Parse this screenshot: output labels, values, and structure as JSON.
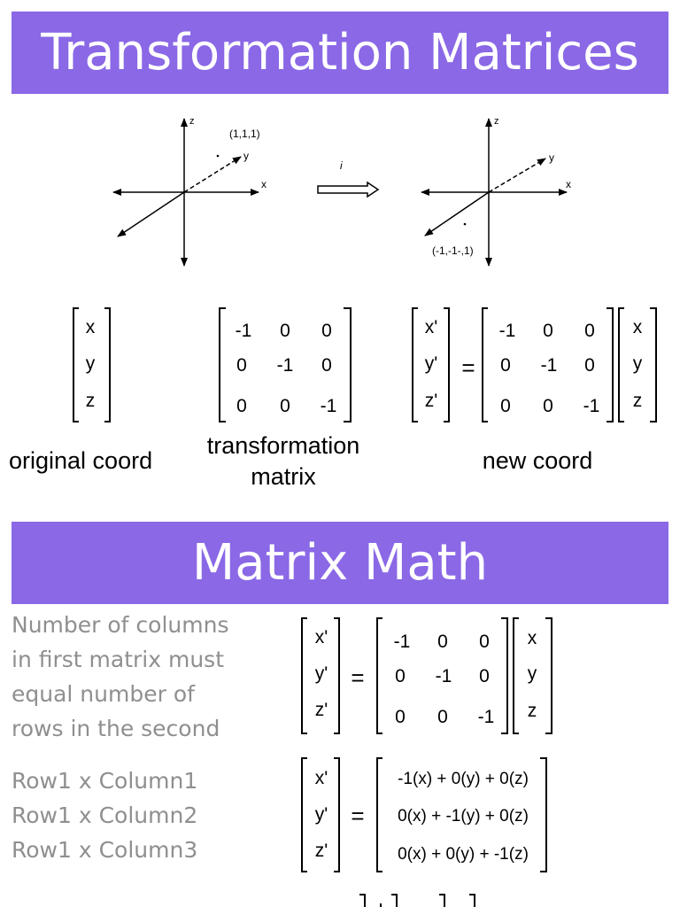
{
  "title": "Transformation Matrices",
  "section2_title": "Matrix Math",
  "diagram": {
    "axis_x": "x",
    "axis_y": "y",
    "axis_z": "z",
    "point_before": "(1,1,1)",
    "point_after": "(-1,-1-,1)",
    "arrow_label": "i"
  },
  "vector": [
    "x",
    "y",
    "z"
  ],
  "vector_prime": [
    "x'",
    "y'",
    "z'"
  ],
  "matrix": [
    [
      "-1",
      "0",
      "0"
    ],
    [
      "0",
      "-1",
      "0"
    ],
    [
      "0",
      "0",
      "-1"
    ]
  ],
  "equals": "=",
  "captions": {
    "original": "original coord",
    "transformation": "transformation matrix",
    "new": "new coord"
  },
  "rule_text": [
    "Number of columns",
    "in first matrix must",
    "equal number of",
    "rows in the  second"
  ],
  "row_col_text": [
    "Row1 x Column1",
    "Row1 x Column2",
    "Row1 x Column3"
  ],
  "expanded": [
    "-1(x) + 0(y) + 0(z)",
    "0(x) + -1(y) + 0(z)",
    "0(x) + 0(y) + -1(z)"
  ]
}
